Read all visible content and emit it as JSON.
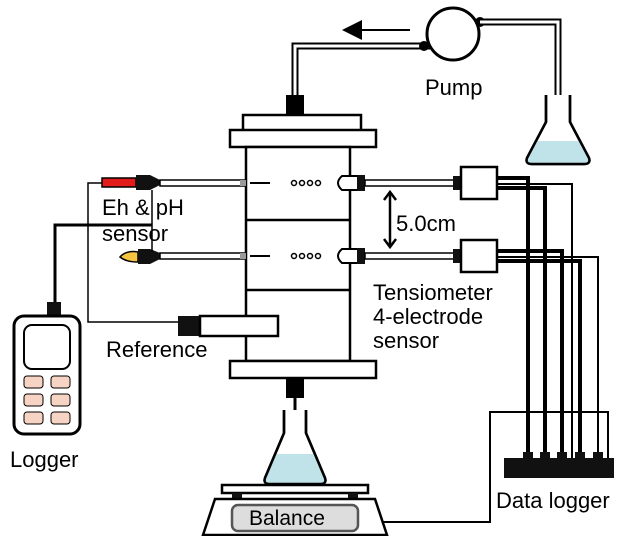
{
  "labels": {
    "pump": "Pump",
    "eh_ph_line1": "Eh & pH",
    "eh_ph_line2": "sensor",
    "spacing": "5.0cm",
    "tensiometer": "Tensiometer",
    "electrode_line1": "4-electrode",
    "electrode_line2": "sensor",
    "reference": "Reference",
    "logger": "Logger",
    "balance": "Balance",
    "data_logger": "Data logger"
  },
  "colors": {
    "line": "#000000",
    "liquid": "#bfe3e8",
    "keypad": "#f7d3c4",
    "electrode_tip": "#e21b1b",
    "probe": "#c8c8c8",
    "balance_display": "#dddddd",
    "foot": "#222222"
  }
}
